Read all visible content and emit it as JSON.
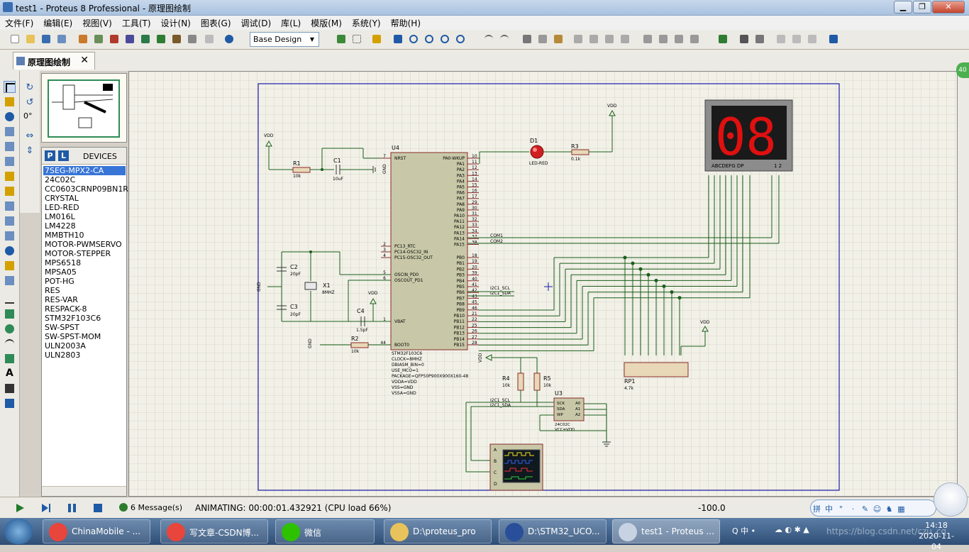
{
  "window": {
    "title": "test1 - Proteus 8 Professional - 原理图绘制",
    "minimize": "▁",
    "maximize": "❐",
    "close": "✕"
  },
  "menu": [
    "文件(F)",
    "编辑(E)",
    "视图(V)",
    "工具(T)",
    "设计(N)",
    "图表(G)",
    "调试(D)",
    "库(L)",
    "模版(M)",
    "系统(Y)",
    "帮助(H)"
  ],
  "toolbar": {
    "design_select": "Base Design"
  },
  "tab": {
    "label": "原理图绘制"
  },
  "rotation": {
    "angle": "0°"
  },
  "devices": {
    "header": "DEVICES",
    "p_label": "P",
    "l_label": "L",
    "items": [
      "7SEG-MPX2-CA",
      "24C02C",
      "CC0603CRNP09BN1R5",
      "CRYSTAL",
      "LED-RED",
      "LM016L",
      "LM4228",
      "MMBTH10",
      "MOTOR-PWMSERVO",
      "MOTOR-STEPPER",
      "MPS6518",
      "MPSA05",
      "POT-HG",
      "RES",
      "RES-VAR",
      "RESPACK-8",
      "STM32F103C6",
      "SW-SPST",
      "SW-SPST-MOM",
      "ULN2003A",
      "ULN2803"
    ],
    "selected_index": 0
  },
  "schematic": {
    "u4_ref": "U4",
    "u4_left_pins": [
      "NRST",
      "PC13_RTC",
      "PC14-OSC32_IN",
      "PC15-OSC32_OUT",
      "OSCIN_PD0",
      "OSCOUT_PD1",
      "VBAT",
      "BOOT0"
    ],
    "u4_left_nums": [
      "7",
      "2",
      "3",
      "4",
      "5",
      "6",
      "1",
      "44"
    ],
    "u4_right_pins": [
      "PA0-WKUP",
      "PA1",
      "PA2",
      "PA3",
      "PA4",
      "PA5",
      "PA6",
      "PA7",
      "PA8",
      "PA9",
      "PA10",
      "PA11",
      "PA12",
      "PA13",
      "PA14",
      "PA15",
      "PB0",
      "PB1",
      "PB2",
      "PB3",
      "PB4",
      "PB5",
      "PB6",
      "PB7",
      "PB8",
      "PB9",
      "PB10",
      "PB11",
      "PB12",
      "PB13",
      "PB14",
      "PB15"
    ],
    "u4_right_nums": [
      "10",
      "11",
      "12",
      "13",
      "14",
      "15",
      "16",
      "17",
      "29",
      "30",
      "31",
      "32",
      "33",
      "34",
      "37",
      "38",
      "18",
      "19",
      "20",
      "39",
      "40",
      "41",
      "42",
      "43",
      "45",
      "46",
      "21",
      "22",
      "25",
      "26",
      "27",
      "28"
    ],
    "u4_props": [
      "STM32F103C6",
      "CLOCK=8MHZ",
      "DBIASM_BIN=0",
      "USE_MCO=1",
      "PACKAGE=QFP50P900X900X160-48",
      "VDDA=VDD",
      "VSS=GND",
      "VSSA=GND"
    ],
    "r1": {
      "ref": "R1",
      "value": "10k"
    },
    "c1": {
      "ref": "C1",
      "value": "10uF"
    },
    "c2": {
      "ref": "C2",
      "value": "20pF"
    },
    "c3": {
      "ref": "C3",
      "value": "20pF"
    },
    "c4": {
      "ref": "C4",
      "value": "1.5pF"
    },
    "x1": {
      "ref": "X1",
      "value": "8MHZ"
    },
    "r2": {
      "ref": "R2",
      "value": "10k"
    },
    "d1": {
      "ref": "D1",
      "value": "LED-RED"
    },
    "r3": {
      "ref": "R3",
      "value": "0.1k"
    },
    "r4": {
      "ref": "R4",
      "value": "10k"
    },
    "r5": {
      "ref": "R5",
      "value": "10k"
    },
    "u3": {
      "ref": "U3",
      "pins_left": [
        "SCK",
        "SDA",
        "WP"
      ],
      "pins_right": [
        "A0",
        "A1",
        "A2"
      ],
      "props": [
        "24C02C",
        "VCC=VDD"
      ]
    },
    "rp1": {
      "ref": "RP1",
      "value": "4.7k"
    },
    "display": {
      "digits": "08",
      "segment_labels": "ABCDEFG  DP",
      "com_labels": "1 2"
    },
    "net_labels": [
      "COM1",
      "COM2",
      "I2C1_SCL",
      "I2C1_SDA",
      "I2C1_SCL",
      "I2C1_SDA"
    ],
    "vdd": "VDD",
    "gnd": "GND",
    "scope_channels": [
      "A",
      "B",
      "C",
      "D"
    ]
  },
  "status": {
    "messages": "6 Message(s)",
    "animating": "ANIMATING: 00:00:01.432921 (CPU load 66%)",
    "coord": "-100.0"
  },
  "ime": [
    "拼",
    "中",
    "°",
    "·",
    "✎",
    "☺",
    "♞",
    "▦"
  ],
  "avatar_badge": "40",
  "taskbar": {
    "items": [
      {
        "label": "ChinaMobile - ...",
        "icon": "chrome-icon",
        "color": "#e8453c"
      },
      {
        "label": "写文章-CSDN博...",
        "icon": "chrome-icon",
        "color": "#e8453c"
      },
      {
        "label": "微信",
        "icon": "wechat-icon",
        "color": "#2dc100"
      },
      {
        "label": "D:\\proteus_pro",
        "icon": "folder-icon",
        "color": "#e8c25a"
      },
      {
        "label": "D:\\STM32_UCO...",
        "icon": "keil-icon",
        "color": "#2a4f9a"
      },
      {
        "label": "test1 - Proteus ...",
        "icon": "proteus-icon",
        "color": "#c7d3e3"
      }
    ],
    "clock_time": "14:18",
    "clock_date": "2020-11-04",
    "watermark": "https://blog.csdn.net/czu_cq"
  }
}
